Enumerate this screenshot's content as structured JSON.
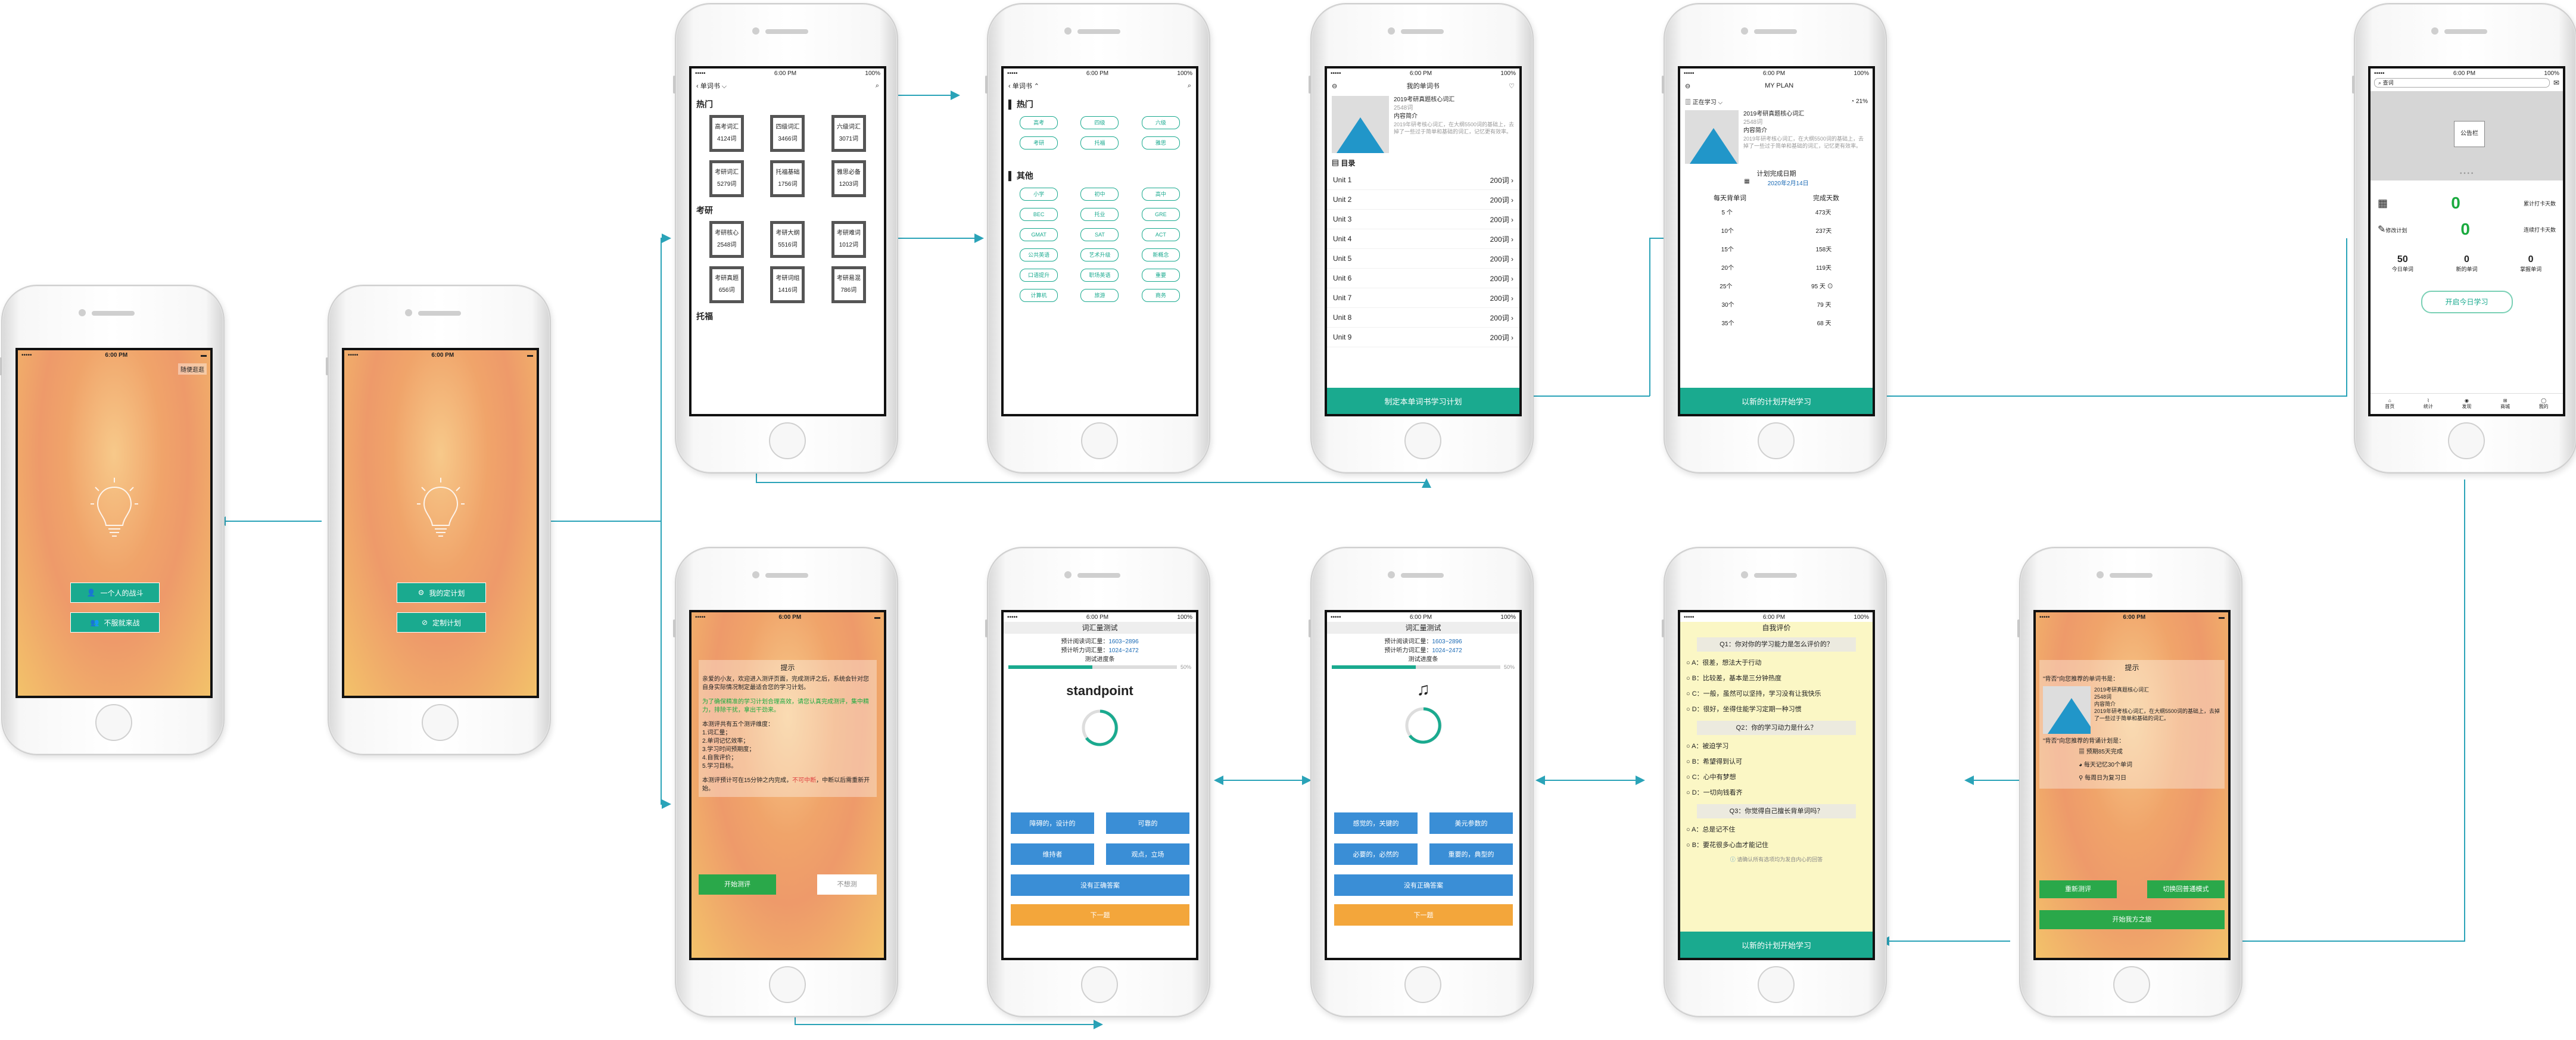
{
  "status": {
    "time": "6:00 PM",
    "battery": "100%",
    "carrier": "•••••"
  },
  "phone1": {
    "corner": "随便逛逛",
    "btn1": "一个人的战斗",
    "btn2": "不服就来战"
  },
  "phone2": {
    "btn1": "我的定计划",
    "btn2": "定制计划"
  },
  "wordbooks": {
    "header": "单词书",
    "sec1": "热门",
    "hot": [
      {
        "name": "高考词汇",
        "count": "4124词"
      },
      {
        "name": "四级词汇",
        "count": "3466词"
      },
      {
        "name": "六级词汇",
        "count": "3071词"
      },
      {
        "name": "考研词汇",
        "count": "5279词"
      },
      {
        "name": "托福基础",
        "count": "1756词"
      },
      {
        "name": "雅思必备",
        "count": "1203词"
      }
    ],
    "sec2": "考研",
    "kaoyan": [
      {
        "name": "考研核心",
        "count": "2548词"
      },
      {
        "name": "考研大纲",
        "count": "5516词"
      },
      {
        "name": "考研难词",
        "count": "1012词"
      },
      {
        "name": "考研真题",
        "count": "656词"
      },
      {
        "name": "考研词组",
        "count": "1416词"
      },
      {
        "name": "考研易混",
        "count": "786词"
      }
    ],
    "sec3": "托福"
  },
  "categories": {
    "header": "单词书",
    "sec1": "热门",
    "hot": [
      "高考",
      "四级",
      "六级",
      "考研",
      "托福",
      "雅思"
    ],
    "sec2": "其他",
    "other": [
      "小学",
      "初中",
      "高中",
      "BEC",
      "托业",
      "GRE",
      "GMAT",
      "SAT",
      "ACT",
      "公共英语",
      "艺术升级",
      "新概念",
      "口语提升",
      "职场英语",
      "重要",
      "计算机",
      "旅游",
      "商务"
    ]
  },
  "mybook": {
    "title": "我的单词书",
    "book": "2019考研真题核心词汇",
    "count": "2548词",
    "intro": "内容简介",
    "desc": "2019年研考核心词汇，在大纲5500词的基础上，去掉了一些过于简单和基础的词汇，记忆更有效率。",
    "catalog": "目录",
    "units": [
      {
        "name": "Unit 1",
        "n": "200词"
      },
      {
        "name": "Unit 2",
        "n": "200词"
      },
      {
        "name": "Unit 3",
        "n": "200词"
      },
      {
        "name": "Unit 4",
        "n": "200词"
      },
      {
        "name": "Unit 5",
        "n": "200词"
      },
      {
        "name": "Unit 6",
        "n": "200词"
      },
      {
        "name": "Unit 7",
        "n": "200词"
      },
      {
        "name": "Unit 8",
        "n": "200词"
      },
      {
        "name": "Unit 9",
        "n": "200词"
      }
    ],
    "bottom": "制定本单词书学习计划"
  },
  "plan": {
    "title": "MY PLAN",
    "learning": "正在学习",
    "progress": "21%",
    "book": "2019考研真题核心词汇",
    "count": "2548词",
    "intro": "内容简介",
    "desc": "2019年研考核心词汇，在大纲5500词的基础上，去掉了一些过于简单和基础的词汇，记忆更有效率。",
    "finish_label": "计划完成日期",
    "finish_date": "2020年2月14日",
    "col1": "每天背单词",
    "col2": "完成天数",
    "rows": [
      {
        "a": "5 个",
        "b": "473天"
      },
      {
        "a": "10个",
        "b": "237天"
      },
      {
        "a": "15个",
        "b": "158天"
      },
      {
        "a": "20个",
        "b": "119天"
      },
      {
        "a": "25个",
        "b": "95 天"
      },
      {
        "a": "30个",
        "b": "79 天"
      },
      {
        "a": "35个",
        "b": "68 天"
      }
    ],
    "bottom": "以新的计划开始学习"
  },
  "home": {
    "search": "查词",
    "banner": "公告栏",
    "stat1_num": "0",
    "stat1_label": "累计打卡天数",
    "stat2_label": "修改计划",
    "stat2_num": "0",
    "stat2_label2": "连续打卡天数",
    "today": [
      {
        "n": "50",
        "l": "今日单词"
      },
      {
        "n": "0",
        "l": "新的单词"
      },
      {
        "n": "0",
        "l": "掌握单词"
      }
    ],
    "start": "开启今日学习",
    "tabs": [
      "首页",
      "统计",
      "发现",
      "商城",
      "我的"
    ]
  },
  "tip1": {
    "title": "提示",
    "p1": "亲爱的小友，欢迎进入测评页面，完成测评之后，系统会针对您自身实际情况制定最适合您的学习计划。",
    "p2": "为了确保精准的学习计划合理高效，请您认真完成测评，集中精力，排除干扰，拿出干劲来。",
    "p3_title": "本测评共有五个测评维度：",
    "items": [
      "1.词汇量；",
      "2.单词记忆效率；",
      "3.学习时间预期度；",
      "4.自我评价；",
      "5.学习目标。"
    ],
    "p4": "本测评预计可在15分钟之内完成，",
    "p4_red": "不可中断",
    "p4_end": "，中断以后需重新开始。",
    "btn_start": "开始测评",
    "btn_skip": "不想测"
  },
  "test": {
    "title": "词汇量测试",
    "read_label": "预计阅读词汇量：",
    "read": "1603~2896",
    "listen_label": "预计听力词汇量：",
    "listen": "1024~2472",
    "progress_label": "测试进度条",
    "pct": "50%",
    "word": "standpoint",
    "opts": [
      "障碍的，设计的",
      "可靠的",
      "维持者",
      "观点，立场"
    ],
    "skip": "没有正确答案",
    "next": "下一题",
    "opts2": [
      "感觉的，关键的",
      "美元参数的",
      "必要的，必然的",
      "重要的，典型的"
    ]
  },
  "eval": {
    "title": "自我评价",
    "q1": "Q1：你对你的学习能力是怎么评价的？",
    "q1o": [
      "A：很差，想法大于行动",
      "B：比较差，基本是三分钟热度",
      "C：一般，虽然可以坚持，学习没有让我快乐",
      "D：很好，坐得住能学习定期一种习惯"
    ],
    "q2": "Q2：你的学习动力是什么？",
    "q2o": [
      "A：被迫学习",
      "B：希望得到认可",
      "C：心中有梦想",
      "D：一切向钱看齐"
    ],
    "q3": "Q3：你觉得自己擅长背单词吗？",
    "q3o": [
      "A：总是记不住",
      "B：要花很多心血才能记住"
    ],
    "note": "请确认所有选项均为发自内心的回答",
    "bottom": "以新的计划开始学习"
  },
  "tip2": {
    "title": "提示",
    "line1": "\"背否\"向您推荐的单词书是：",
    "book": "2019考研真题核心词汇",
    "count": "2548词",
    "intro": "内容简介",
    "desc": "2019年研考核心词汇，在大纲5500词的基础上，去掉了一些过于简单和基础的词汇。",
    "line2": "\"背否\"向您推荐的背诵计划是：",
    "p1": "预期85天完成",
    "p2": "每天记忆30个单词",
    "p3": "每周日为复习日",
    "btn1": "重新测评",
    "btn2": "切换回普通模式",
    "btn3": "开始我方之旅"
  }
}
